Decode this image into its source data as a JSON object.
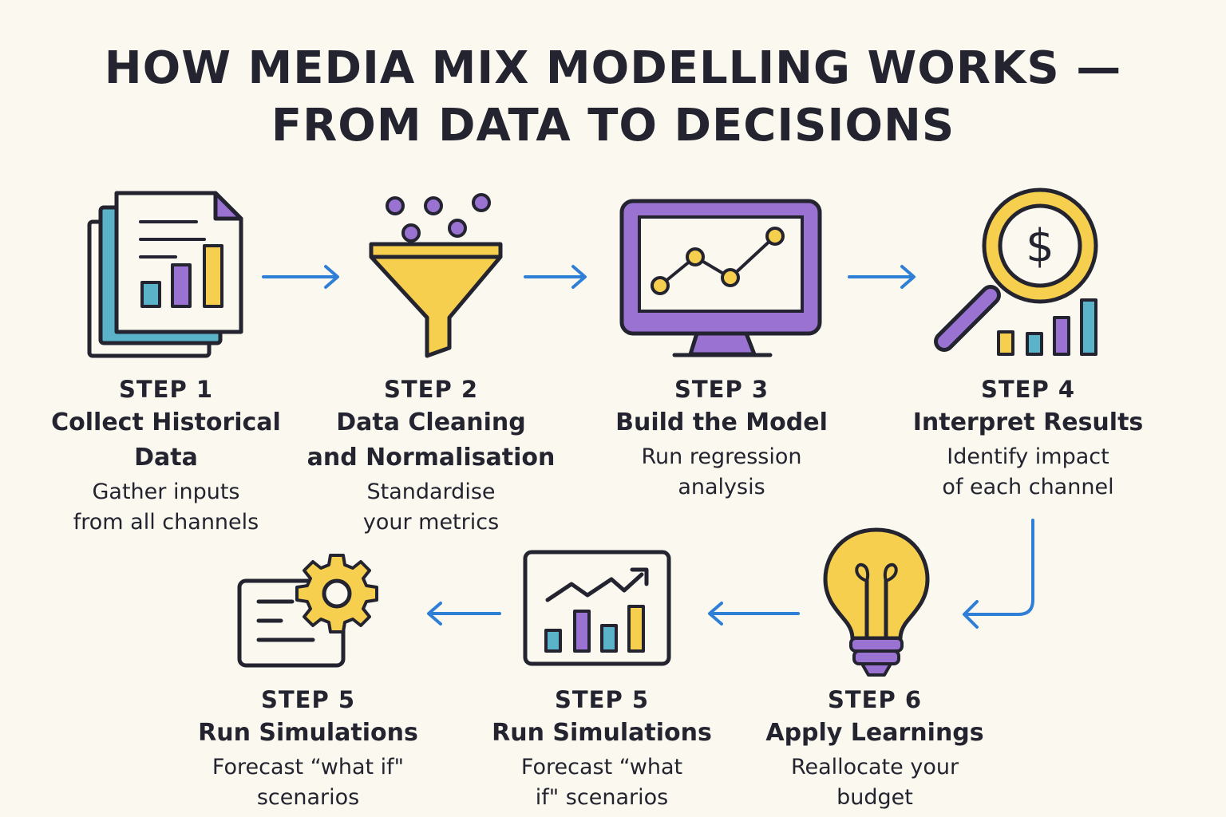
{
  "title": {
    "line1": "HOW MEDIA MIX MODELLING WORKS —",
    "line2": "FROM DATA TO DECISIONS"
  },
  "steps": [
    {
      "number": "STEP 1",
      "title_lines": [
        "Collect Historical",
        "Data"
      ],
      "desc_lines": [
        "Gather inputs",
        "from all channels"
      ],
      "icon": "documents-chart-icon"
    },
    {
      "number": "STEP 2",
      "title_lines": [
        "Data Cleaning",
        "and Normalisation"
      ],
      "desc_lines": [
        "Standardise",
        "your metrics"
      ],
      "icon": "funnel-icon"
    },
    {
      "number": "STEP 3",
      "title_lines": [
        "Build the Model"
      ],
      "desc_lines": [
        "Run regression",
        "analysis"
      ],
      "icon": "monitor-line-chart-icon"
    },
    {
      "number": "STEP 4",
      "title_lines": [
        "Interpret Results"
      ],
      "desc_lines": [
        "Identify impact",
        "of each channel"
      ],
      "icon": "magnifier-dollar-icon"
    },
    {
      "number": "STEP 6",
      "title_lines": [
        "Apply Learnings"
      ],
      "desc_lines": [
        "Reallocate your",
        "budget"
      ],
      "icon": "lightbulb-icon"
    },
    {
      "number": "STEP 5",
      "title_lines": [
        "Run Simulations"
      ],
      "desc_lines": [
        "Forecast “what",
        "if\" scenarios"
      ],
      "icon": "trend-chart-icon"
    },
    {
      "number": "STEP 5",
      "title_lines": [
        "Run Simulations"
      ],
      "desc_lines": [
        "Forecast “what if\"",
        "scenarios"
      ],
      "icon": "document-gear-icon"
    }
  ],
  "colors": {
    "background": "#fbf8ef",
    "ink": "#23242f",
    "yellow": "#f7cf4f",
    "purple": "#9a72d2",
    "teal": "#5ab3c8",
    "arrow_blue": "#2f7fd6"
  }
}
